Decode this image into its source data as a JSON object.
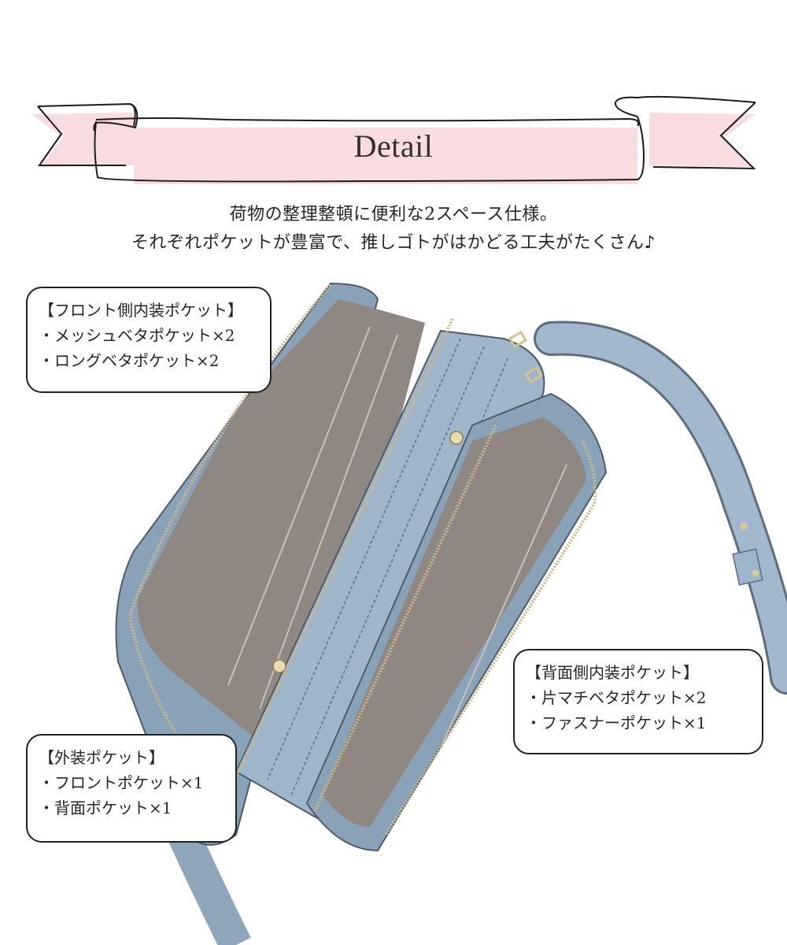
{
  "banner": {
    "title": "Detail",
    "ribbon_color": "#f8dde0",
    "outline_color": "#1e1a1a"
  },
  "intro": {
    "line1": "荷物の整理整頓に便利な2スペース仕様。",
    "line2": "それぞれポケットが豊富で、推しゴトがはかどる工夫がたくさん♪"
  },
  "product_image": {
    "description": "Open light-blue leather shoulder bag showing two interior compartments with grey lining, gold zippers and a shoulder strap",
    "leather_color": "#9fb5c9",
    "lining_color": "#8e8782",
    "zipper_color": "#c9b98a"
  },
  "callouts": {
    "front": {
      "title": "【フロント側内装ポケット】",
      "items": [
        "・メッシュベタポケット×2",
        "・ロングベタポケット×2"
      ]
    },
    "back": {
      "title": "【背面側内装ポケット】",
      "items": [
        "・片マチベタポケット×2",
        "・ファスナーポケット×1"
      ]
    },
    "outer": {
      "title": "【外装ポケット】",
      "items": [
        "・フロントポケット×1",
        "・背面ポケット×1"
      ]
    }
  }
}
